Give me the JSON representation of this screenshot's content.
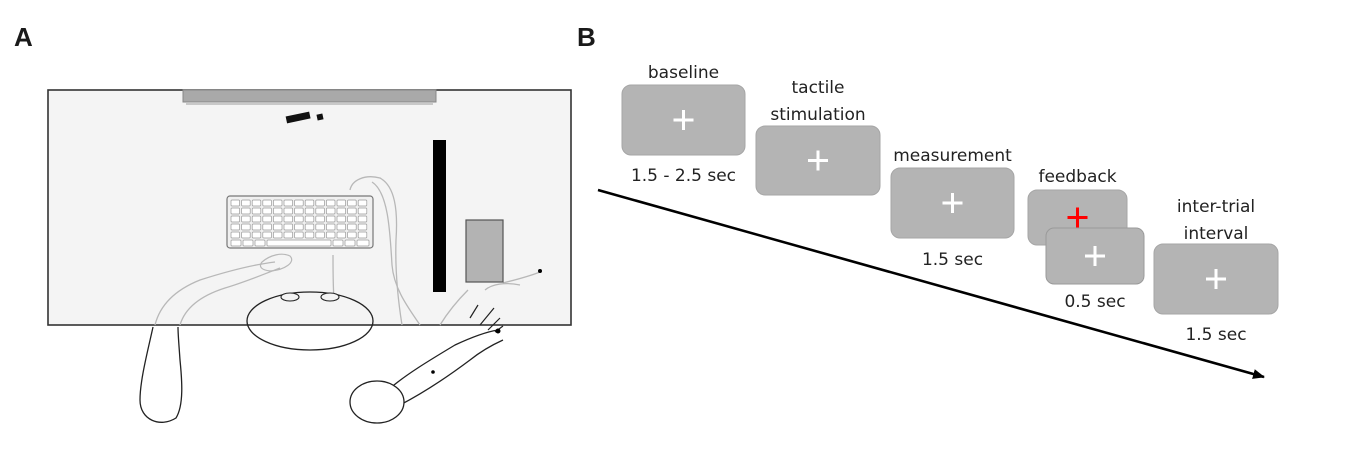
{
  "panel_a": {
    "letter": "A"
  },
  "panel_b": {
    "letter": "B",
    "stages": [
      {
        "name_lines": [
          "baseline"
        ],
        "duration": "1.5 - 2.5 sec",
        "cross_color": "#ffffff"
      },
      {
        "name_lines": [
          "tactile",
          "stimulation"
        ],
        "duration": "",
        "cross_color": "#ffffff"
      },
      {
        "name_lines": [
          "measurement"
        ],
        "duration": "1.5 sec",
        "cross_color": "#ffffff"
      },
      {
        "name_lines": [
          "feedback"
        ],
        "duration": "0.5 sec",
        "cross_color": "#ff0000",
        "second_cross_color": "#ffffff"
      },
      {
        "name_lines": [
          "inter-trial",
          "interval"
        ],
        "duration": "1.5  sec",
        "cross_color": "#ffffff"
      }
    ]
  },
  "colors": {
    "screen_fill": "#b4b4b4",
    "screen_stroke": "#a6a6a6",
    "desk_fill": "#f4f4f4",
    "monitor_fill": "#a9a9a9",
    "outline": "#222222",
    "ghost_outline": "#b8b8b8"
  }
}
